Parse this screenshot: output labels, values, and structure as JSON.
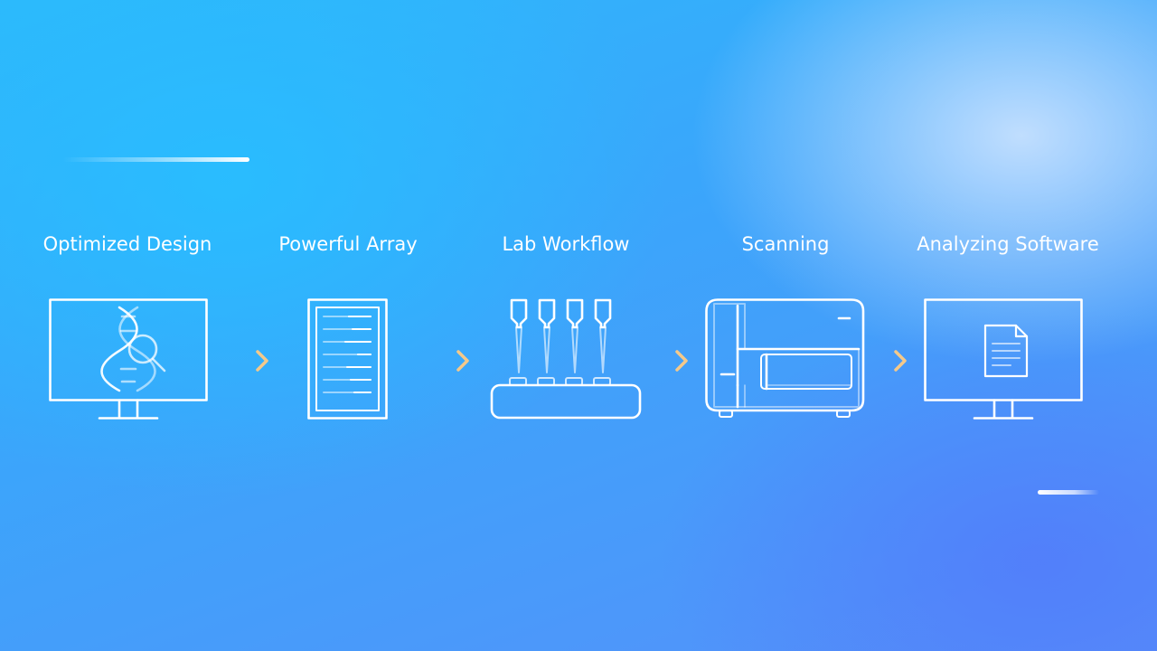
{
  "steps": [
    {
      "label": "Optimized Design",
      "icon": "monitor-dna-search-icon"
    },
    {
      "label": "Powerful Array",
      "icon": "array-chip-icon"
    },
    {
      "label": "Lab Workflow",
      "icon": "pipette-rack-icon"
    },
    {
      "label": "Scanning",
      "icon": "scanner-machine-icon"
    },
    {
      "label": "Analyzing Software",
      "icon": "monitor-document-icon"
    }
  ],
  "colors": {
    "line": "#ffffff",
    "arrow": "#f4c98a",
    "background_top": "#2db9fb",
    "background_bottom": "#5690f9"
  }
}
